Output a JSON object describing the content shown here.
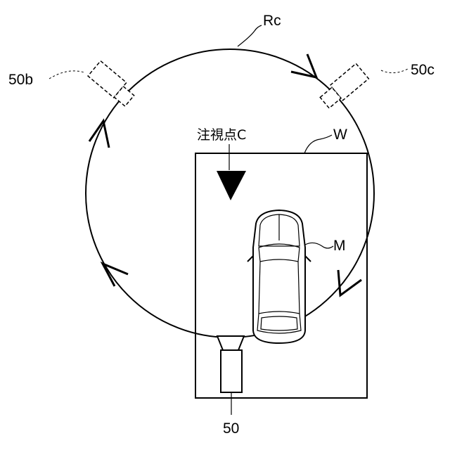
{
  "labels": {
    "orbit": "Rc",
    "camera_b": "50b",
    "camera_c": "50c",
    "gaze_point": "注視点C",
    "area": "W",
    "vehicle": "M",
    "camera": "50"
  }
}
